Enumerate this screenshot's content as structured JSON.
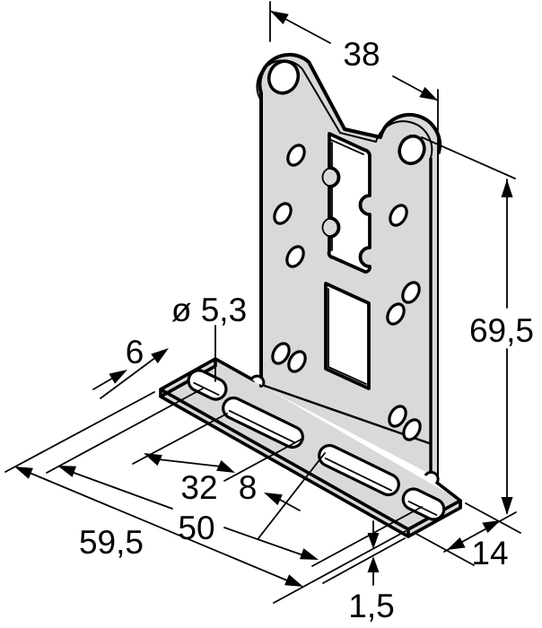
{
  "drawing": {
    "title": "mounting-bracket-isometric-dimension-drawing",
    "part_kind": "L-shaped sheet-metal mounting bracket",
    "units_style": "millimetres with comma decimal separator",
    "colors": {
      "part_fill": "#d9d9d9",
      "line": "#000000",
      "background": "#ffffff",
      "hole_fill": "#ffffff"
    },
    "dimensions": {
      "top_width": "38",
      "plate_height": "69,5",
      "slot_diameter": "ø 5,3",
      "slot_offset": "6",
      "slot_span_inner": "32",
      "slot_gap": "8",
      "slot_span_outer": "50",
      "base_length": "59,5",
      "base_depth": "14",
      "material_thickness": "1,5"
    }
  }
}
